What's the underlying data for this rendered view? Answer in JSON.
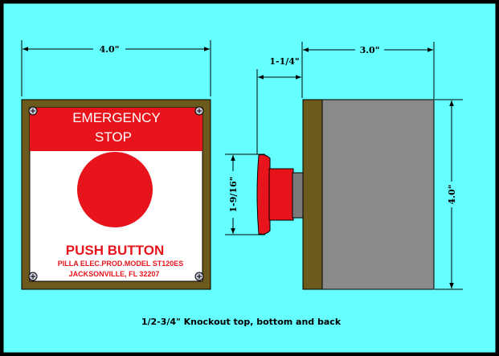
{
  "colors": {
    "background": "#66ffff",
    "frame": "#000000",
    "panel_bezel": "#6b5a1c",
    "red": "#e8141c",
    "white": "#ffffff",
    "body_gray": "#8a8a8a",
    "stem_gray": "#7a7a7a",
    "screw": "#c8c8d8"
  },
  "front_view": {
    "width_label": "4.0\"",
    "top_text_line1": "EMERGENCY",
    "top_text_line2": "STOP",
    "button_label": "PUSH BUTTON",
    "maker_line1": "PILLA ELEC.PROD.MODEL ST120ES",
    "maker_line2": "JACKSONVILLE, FL 32207"
  },
  "side_view": {
    "depth_label": "3.0\"",
    "button_depth_label": "1-1/4\"",
    "button_diameter_label": "1-9/16\"",
    "height_label": "4.0\""
  },
  "caption": "1/2-3/4\" Knockout top, bottom and back",
  "icons": {
    "screw": "phillips-screw-icon",
    "arrow": "arrowhead-icon"
  }
}
